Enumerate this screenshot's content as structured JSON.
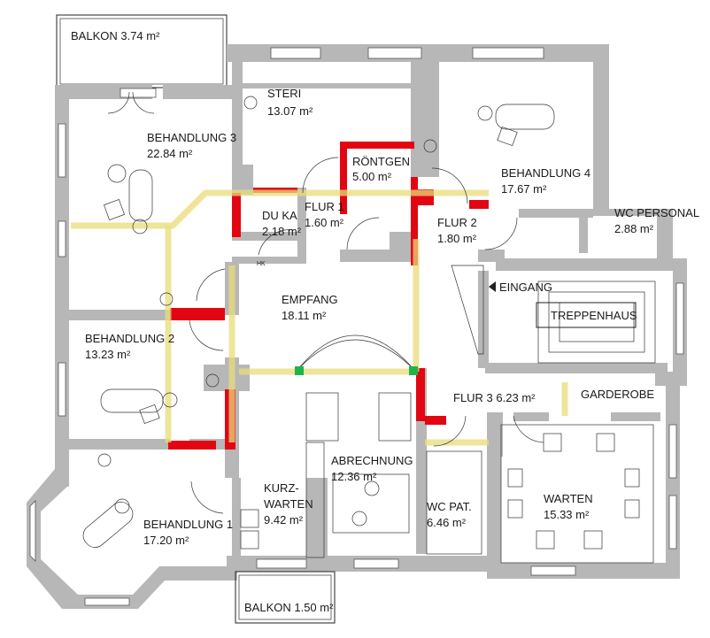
{
  "rooms": {
    "balkon_top": {
      "name": "BALKON 3.74 m²"
    },
    "steri": {
      "name": "STERI",
      "area": "13.07 m²"
    },
    "behandlung3": {
      "name": "BEHANDLUNG 3",
      "area": "22.84 m²"
    },
    "roentgen": {
      "name": "RÖNTGEN",
      "area": "5.00 m²"
    },
    "behandlung4": {
      "name": "BEHANDLUNG 4",
      "area": "17.67 m²"
    },
    "du_ka": {
      "name": "DU KA",
      "area": "2.18 m²"
    },
    "flur1": {
      "name": "FLUR 1",
      "area": "1.60 m²"
    },
    "flur2": {
      "name": "FLUR 2",
      "area": "1.80 m²"
    },
    "wc_personal": {
      "name": "WC PERSONAL",
      "area": "2.88 m²"
    },
    "eingang": {
      "name": "EINGANG"
    },
    "treppenhaus": {
      "name": "TREPPENHAUS"
    },
    "empfang": {
      "name": "EMPFANG",
      "area": "18.11 m²"
    },
    "behandlung2": {
      "name": "BEHANDLUNG 2",
      "area": "13.23 m²"
    },
    "flur3": {
      "name": "FLUR 3  6.23 m²"
    },
    "garderobe": {
      "name": "GARDEROBE"
    },
    "abrechnung": {
      "name": "ABRECHNUNG",
      "area": "12.36 m²"
    },
    "kurzwarten": {
      "line1": "KURZ-",
      "line2": "WARTEN",
      "area": "9.42 m²"
    },
    "wc_pat": {
      "name": "WC PAT.",
      "area": "6.46 m²"
    },
    "warten": {
      "name": "WARTEN",
      "area": "15.33 m²"
    },
    "behandlung1": {
      "name": "BEHANDLUNG 1",
      "area": "17.20 m²"
    },
    "balkon_bottom": {
      "name": "BALKON  1.50 m²"
    }
  },
  "labels": {
    "hk": "HK"
  },
  "colors": {
    "wall": "#b7b7b7",
    "accent_wall": "#e20613",
    "path": "#e8dc7a",
    "marker": "#1fb34a"
  }
}
